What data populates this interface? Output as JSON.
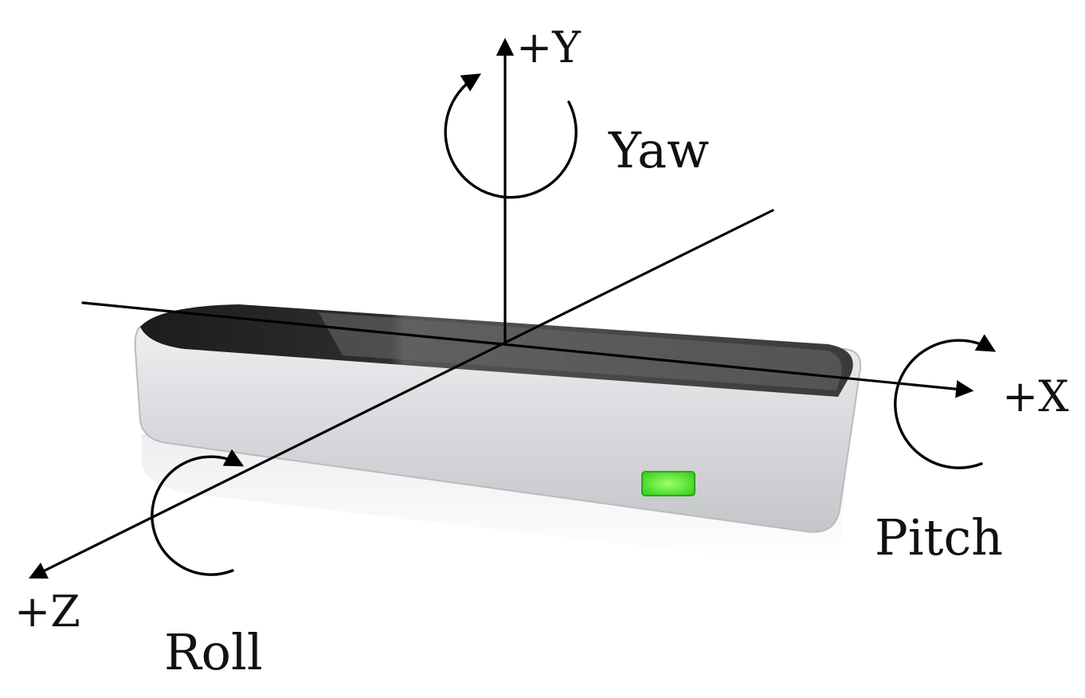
{
  "axes": {
    "y_label": "+Y",
    "x_label": "+X",
    "z_label": "+Z"
  },
  "rotations": {
    "yaw_label": "Yaw",
    "pitch_label": "Pitch",
    "roll_label": "Roll"
  },
  "colors": {
    "device_body": "#d9dadc",
    "device_top": "#2a2a2a",
    "led": "#4dff2a",
    "lines": "#000000"
  }
}
